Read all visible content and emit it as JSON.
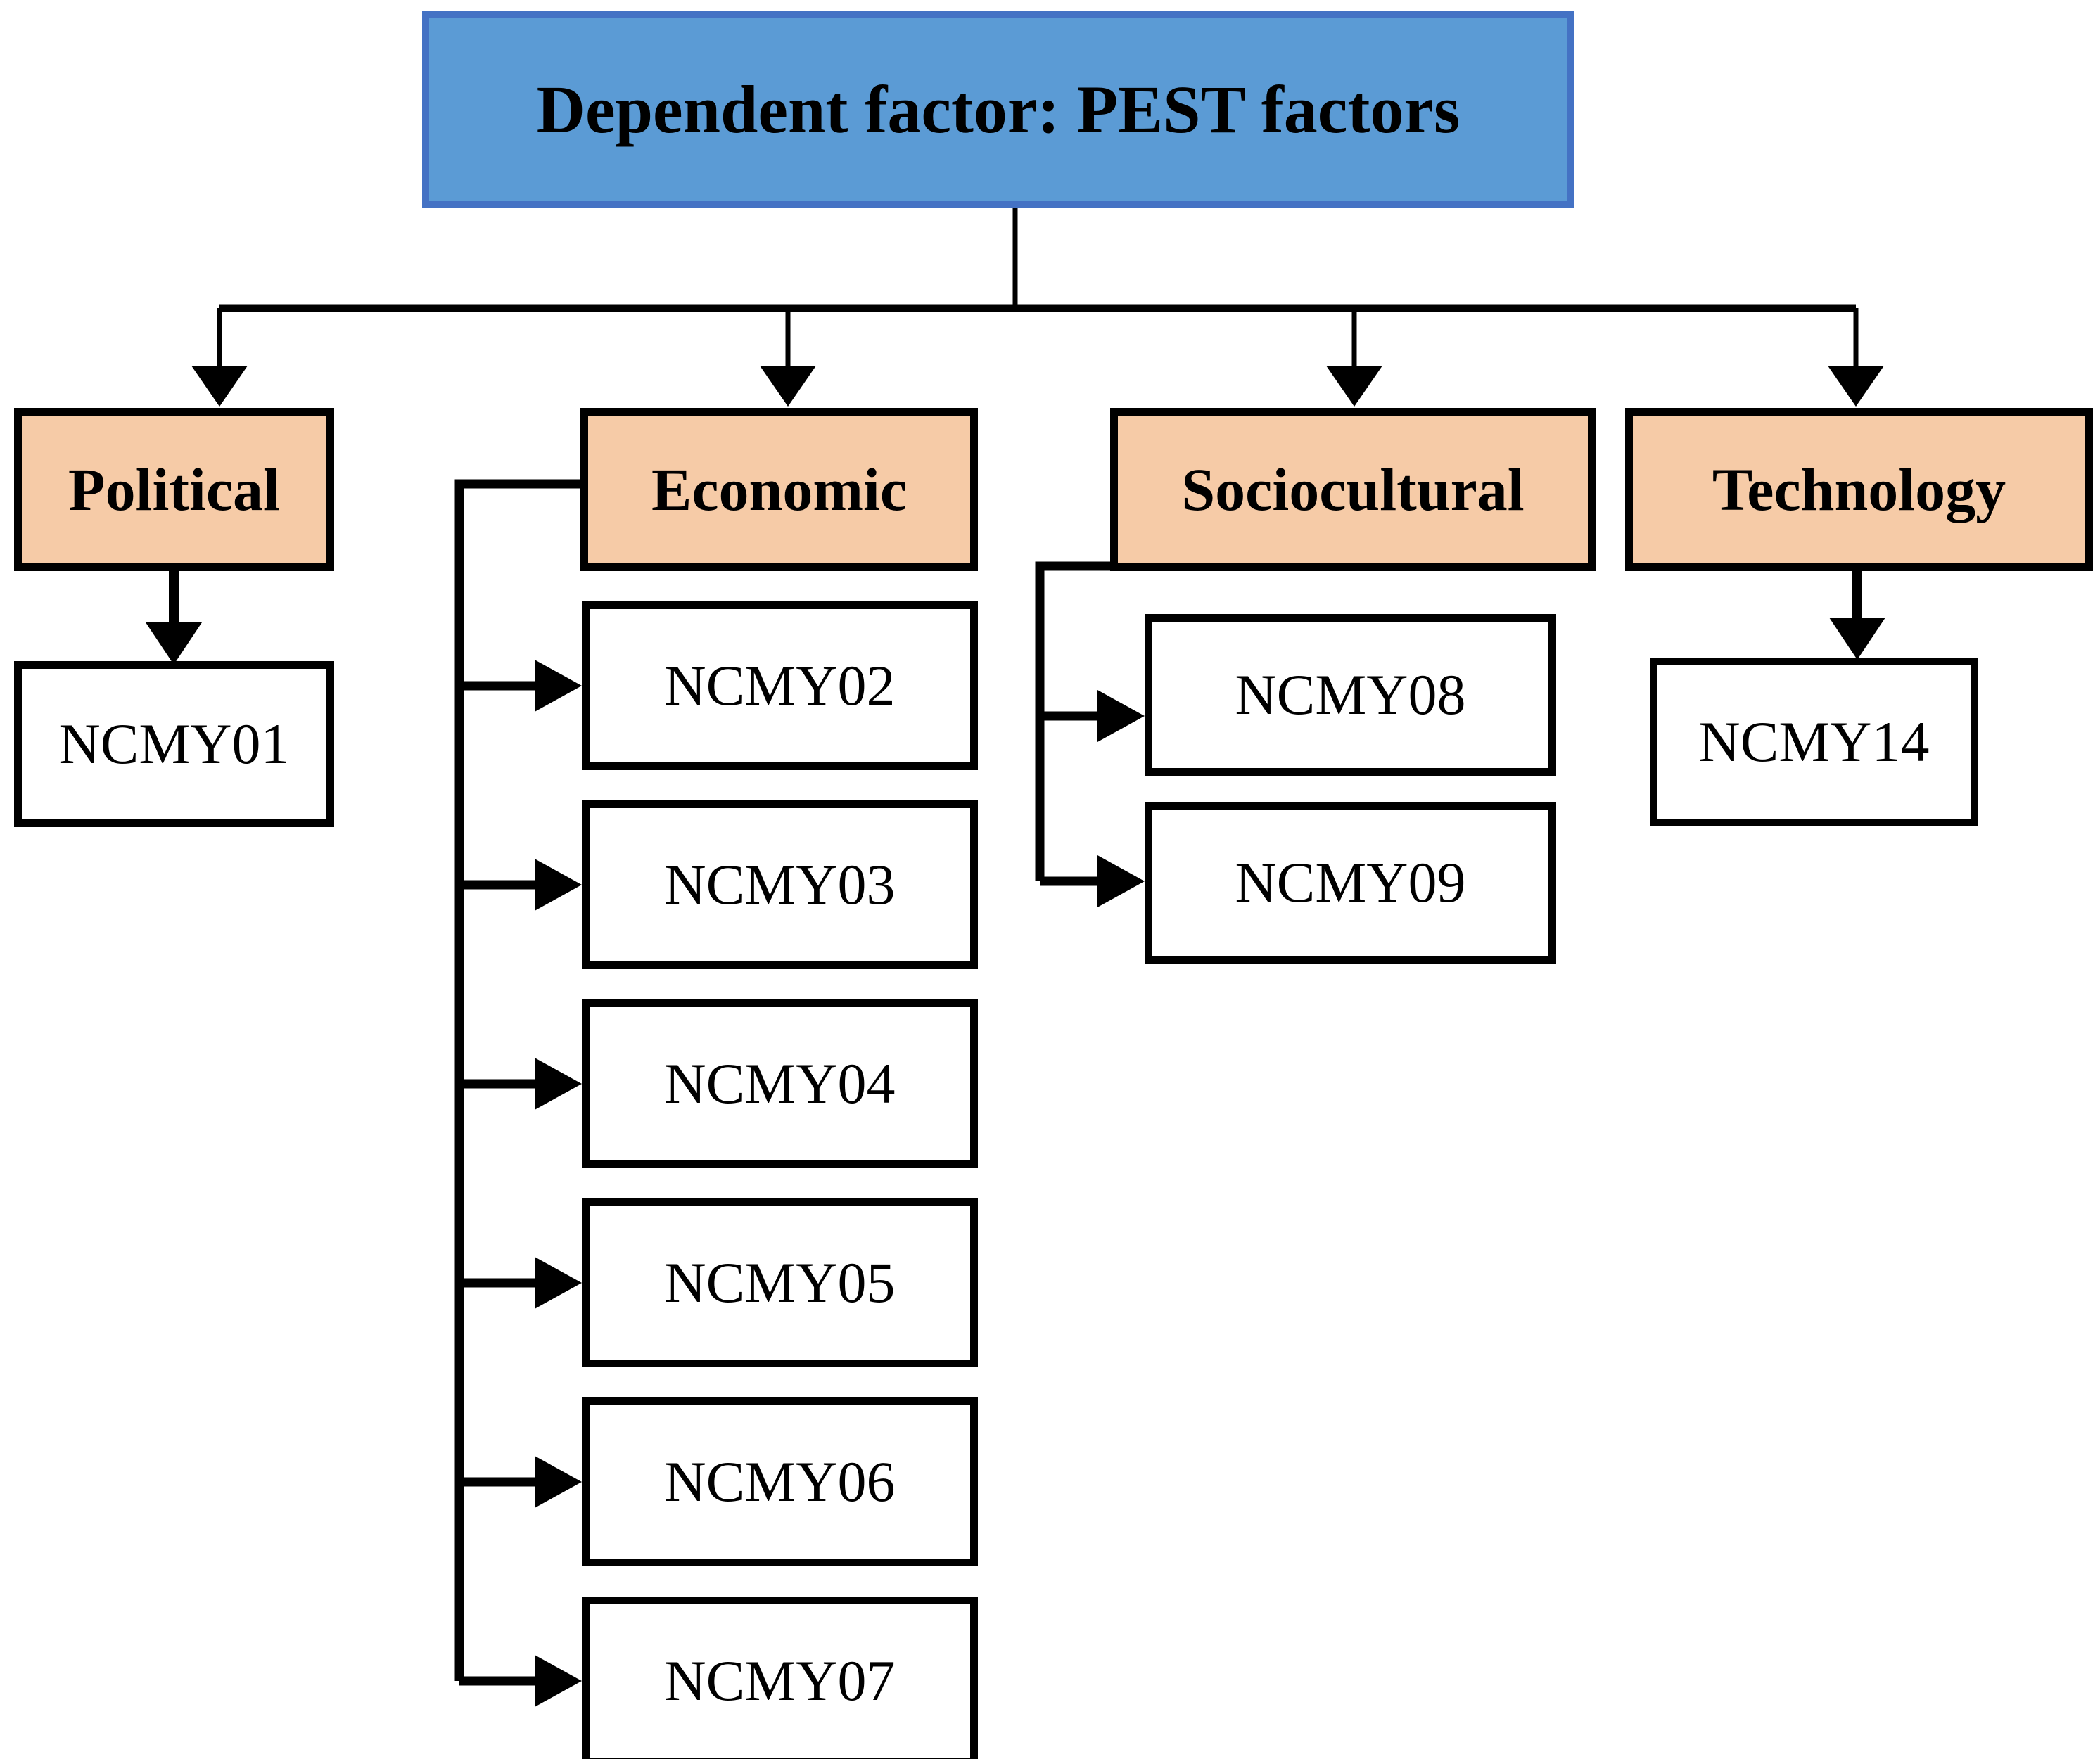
{
  "diagram": {
    "type": "hierarchy-tree",
    "title": "Dependent factor: PEST factors",
    "root": {
      "label": "Dependent factor: PEST factors",
      "fill": "#5B9BD5",
      "border": "#4472C4"
    },
    "category_fill": "#F6CBA7",
    "leaf_fill": "#FFFFFF",
    "line_color": "#000000",
    "branches": [
      {
        "category": "Political",
        "children": [
          {
            "label": "NCMY01"
          }
        ]
      },
      {
        "category": "Economic",
        "children": [
          {
            "label": "NCMY02"
          },
          {
            "label": "NCMY03"
          },
          {
            "label": "NCMY04"
          },
          {
            "label": "NCMY05"
          },
          {
            "label": "NCMY06"
          },
          {
            "label": "NCMY07"
          }
        ]
      },
      {
        "category": "Sociocultural",
        "children": [
          {
            "label": "NCMY08"
          },
          {
            "label": "NCMY09"
          }
        ]
      },
      {
        "category": "Technology",
        "children": [
          {
            "label": "NCMY14"
          }
        ]
      }
    ]
  }
}
